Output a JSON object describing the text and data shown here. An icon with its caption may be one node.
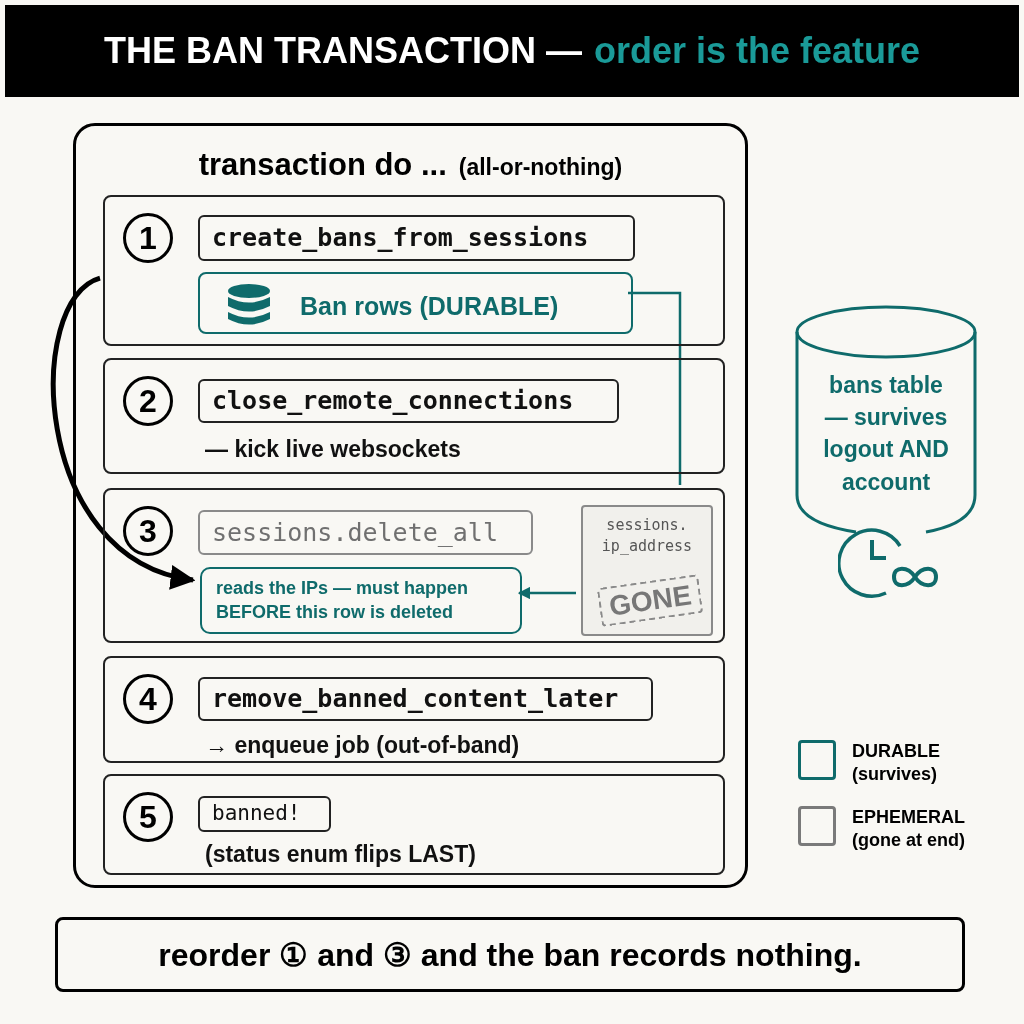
{
  "diagram": {
    "title": "THE BAN TRANSACTION —",
    "nodes": [
      {
        "text": [
          "transaction do ...",
          "(all-or-nothing)"
        ]
      },
      {
        "text": [
          "1"
        ],
        "in": 0
      },
      {
        "text": [
          "create_bans_from_sessions"
        ],
        "in": 1
      },
      {
        "text": [
          "Ban rows (DURABLE)"
        ],
        "in": 1
      },
      {
        "text": [
          "2",
          "— kick live websockets"
        ],
        "in": 0
      },
      {
        "text": [
          "close_remote_connections"
        ],
        "in": 4
      },
      {
        "text": [
          "3"
        ],
        "in": 0
      },
      {
        "text": [
          "sessions.delete_all"
        ],
        "in": 6
      },
      {
        "text": [
          "reads the IPs — must happen BEFORE this row is deleted"
        ],
        "in": 6
      },
      {
        "text": [
          "sessions. ip_address",
          "GONE"
        ],
        "in": 6
      },
      {
        "text": [
          "4",
          "→ enqueue job (out-of-band)"
        ],
        "in": 0
      },
      {
        "text": [
          "remove_banned_content_later"
        ],
        "in": 10
      },
      {
        "text": [
          "5",
          "(status enum flips **LAST**)"
        ],
        "in": 0
      },
      {
        "text": [
          "banned!"
        ],
        "in": 12
      },
      {
        "text": [
          "bans table — survives logout AND account"
        ]
      },
      {
        "text": [
          "reorder ① and ③ and the ban records nothing."
        ]
      }
    ],
    "edges": [
      {
        "from": 1,
        "to": 8,
        "arrow": "to",
        "style": "thick",
        "color": "#000000"
      },
      {
        "from": 3,
        "to": 6,
        "arrow": "none"
      },
      {
        "from": 9,
        "to": 8,
        "arrow": "to"
      }
    ],
    "labels": [
      "order is the feature"
    ],
    "legend": [
      {
        "text": "DURABLE (survives)",
        "color": "#0f6b6b"
      },
      {
        "text": "EPHEMERAL (gone at end)",
        "color": "#7a7a7a"
      }
    ]
  }
}
